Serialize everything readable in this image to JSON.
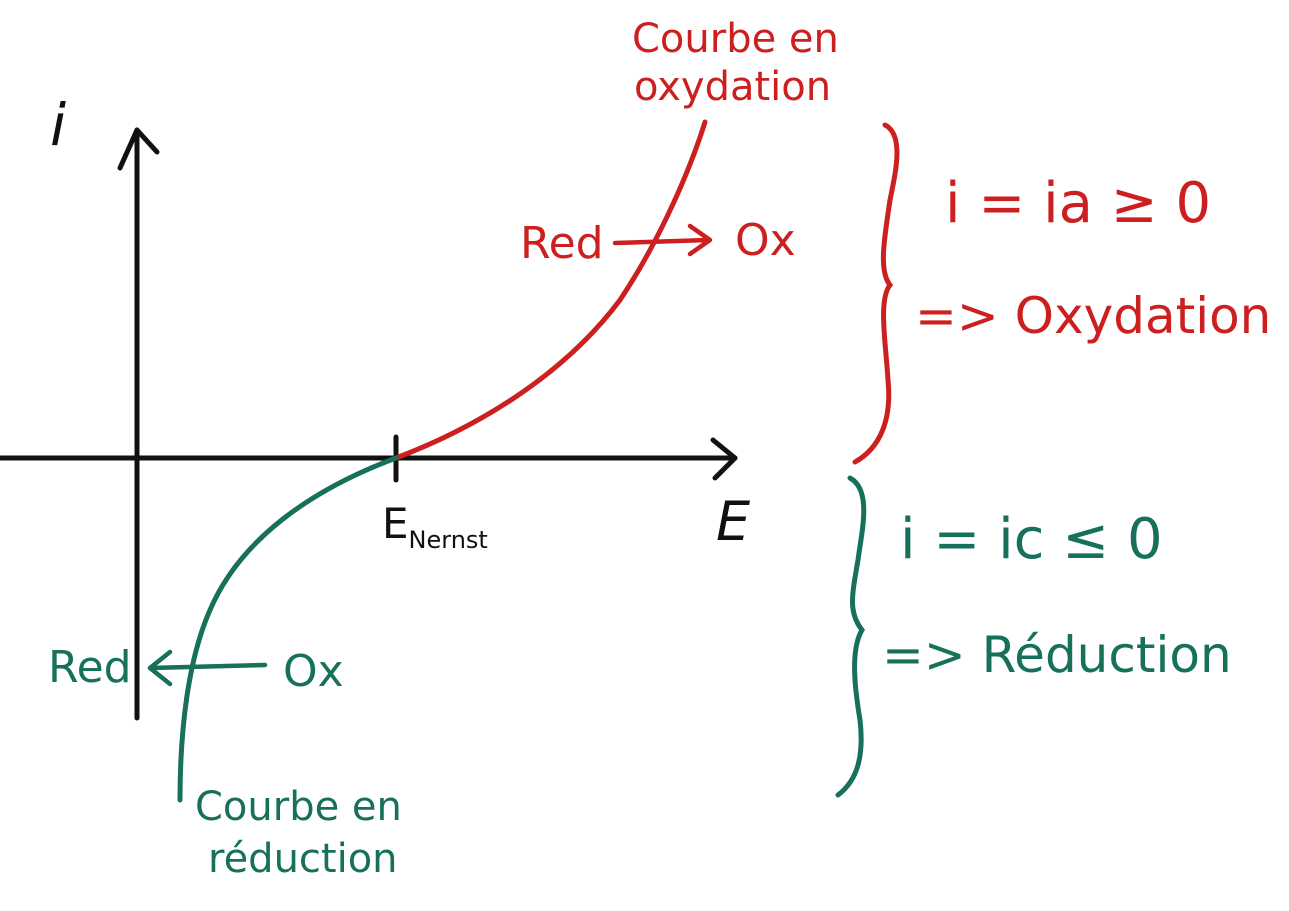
{
  "axes": {
    "y_label": "i",
    "x_label": "E",
    "x_tick_main": "E",
    "x_tick_sub": "Nernst"
  },
  "oxidation": {
    "curve_label_line1": "Courbe en",
    "curve_label_line2": "oxydation",
    "reaction_from": "Red",
    "reaction_to": "Ox",
    "condition": "i = ia ≥ 0",
    "conclusion": "=> Oxydation"
  },
  "reduction": {
    "curve_label_line1": "Courbe en",
    "curve_label_line2": "réduction",
    "reaction_from": "Ox",
    "reaction_to": "Red",
    "condition": "i = ic ≤ 0",
    "conclusion": "=> Réduction"
  },
  "colors": {
    "axis": "#111111",
    "oxidation": "#cc1f1f",
    "reduction": "#17705a"
  }
}
